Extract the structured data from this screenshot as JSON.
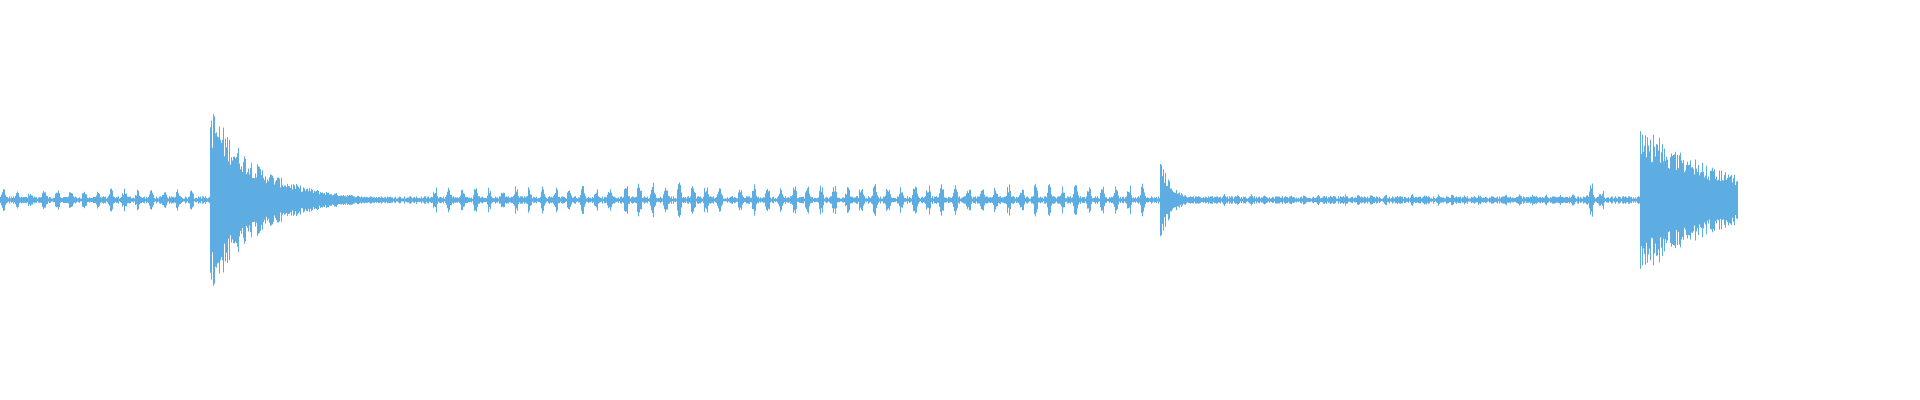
{
  "waveform": {
    "color": "#5dade2",
    "background": "#ffffff",
    "duration_fraction_shown": 0.905,
    "events": [
      {
        "kind": "transient",
        "time": 0.109,
        "peak": 0.49,
        "decay": 0.025
      },
      {
        "kind": "transient",
        "time": 0.604,
        "peak": 0.22,
        "decay": 0.006
      },
      {
        "kind": "transient",
        "time": 0.854,
        "peak": 0.39,
        "decay": 0.045
      }
    ],
    "baseline_level": 0.015,
    "speech_segments": [
      {
        "start": 0.0,
        "end": 0.105,
        "level": 0.05
      },
      {
        "start": 0.225,
        "end": 0.32,
        "level": 0.06
      },
      {
        "start": 0.325,
        "end": 0.38,
        "level": 0.085
      },
      {
        "start": 0.38,
        "end": 0.6,
        "level": 0.07
      },
      {
        "start": 0.62,
        "end": 0.84,
        "level": 0.025
      },
      {
        "start": 0.825,
        "end": 0.835,
        "level": 0.08
      }
    ]
  }
}
